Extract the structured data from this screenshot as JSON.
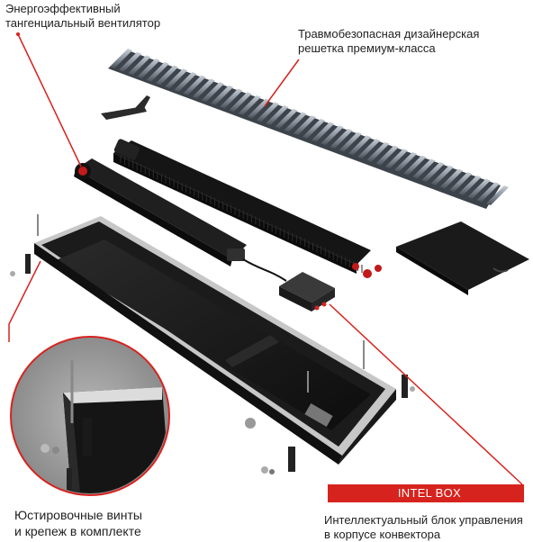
{
  "labels": {
    "fan": [
      "Энергоэффективный",
      "тангенциальный вентилятор"
    ],
    "grille": [
      "Травмобезопасная дизайнерская",
      "решетка премиум-класса"
    ],
    "screws": [
      "Юстировочные винты",
      "и крепеж в комплекте"
    ],
    "intel_badge": "INTEL BOX",
    "intel": [
      "Интеллектуальный блок управления",
      "в корпусе конвектора"
    ]
  },
  "colors": {
    "accent": "#d7231e",
    "metal_dark": "#1e1e1e",
    "grille_slat": "#9aa3ae",
    "text": "#222222"
  }
}
